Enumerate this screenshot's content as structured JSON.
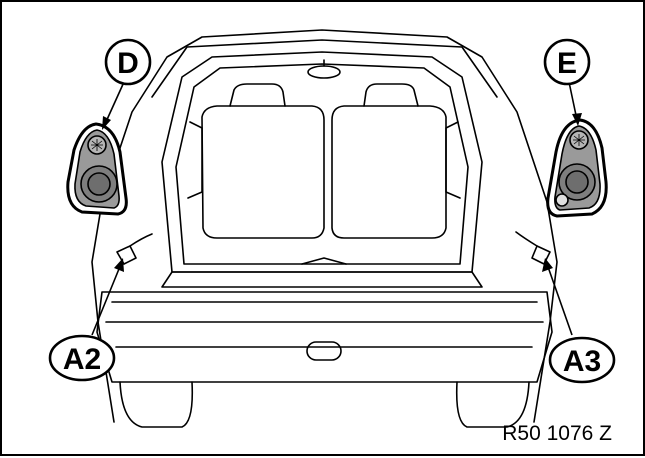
{
  "diagram": {
    "callouts": {
      "d": "D",
      "e": "E",
      "a2": "A2",
      "a3": "A3"
    },
    "reference_code": "R50 1076 Z"
  },
  "colors": {
    "stroke": "#000000",
    "lamp_fill": "#9a9a9a",
    "lamp_dark": "#6e6e6e",
    "background": "#ffffff"
  }
}
